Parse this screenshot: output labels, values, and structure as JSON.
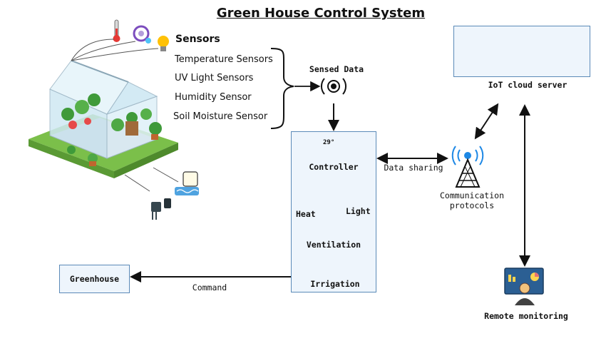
{
  "title": "Green House Control System",
  "sensors": {
    "heading": "Sensors",
    "items": [
      "Temperature Sensors",
      "UV Light Sensors",
      "Humidity Sensor",
      "Soil Moisture Sensor"
    ]
  },
  "sensed_data": "Sensed Data",
  "controller": {
    "display": "29°",
    "label": "Controller",
    "heat": "Heat",
    "light": "Light",
    "ventilation": "Ventilation",
    "irrigation": "Irrigation"
  },
  "data_sharing": "Data sharing",
  "communication": "Communication\nprotocols",
  "iot_cloud": "IoT cloud server",
  "remote_monitoring": "Remote monitoring",
  "greenhouse": "Greenhouse",
  "command": "Command",
  "colors": {
    "box_border": "#5b8ab8",
    "box_fill": "#eef5fc",
    "accent_purple": "#7c4dbe",
    "accent_orange": "#f39c12"
  }
}
